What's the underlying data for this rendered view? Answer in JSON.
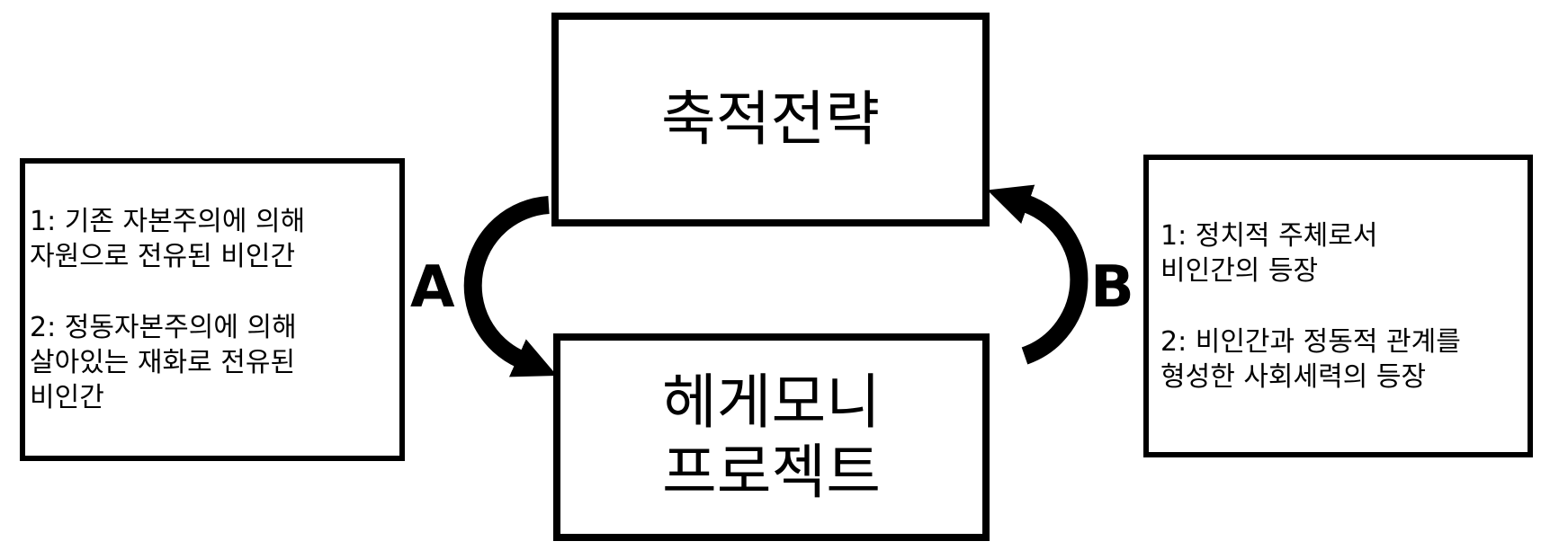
{
  "diagram": {
    "colors": {
      "background": "#ffffff",
      "ink": "#000000"
    },
    "nodes": {
      "top": {
        "label": "축적전략"
      },
      "bottom": {
        "lines": [
          "헤게모니",
          "프로젝트"
        ]
      },
      "left_note": {
        "paragraphs": [
          {
            "lines": [
              "1: 기존 자본주의에 의해",
              "자원으로 전유된 비인간"
            ]
          },
          {
            "lines": [
              "2: 정동자본주의에 의해",
              "살아있는 재화로 전유된",
              "비인간"
            ]
          }
        ]
      },
      "right_note": {
        "paragraphs": [
          {
            "lines": [
              "1: 정치적 주체로서",
              "비인간의 등장"
            ]
          },
          {
            "lines": [
              "2: 비인간과 정동적 관계를",
              "형성한 사회세력의 등장"
            ]
          }
        ]
      }
    },
    "arrows": {
      "a": {
        "label": "A"
      },
      "b": {
        "label": "B"
      }
    }
  }
}
